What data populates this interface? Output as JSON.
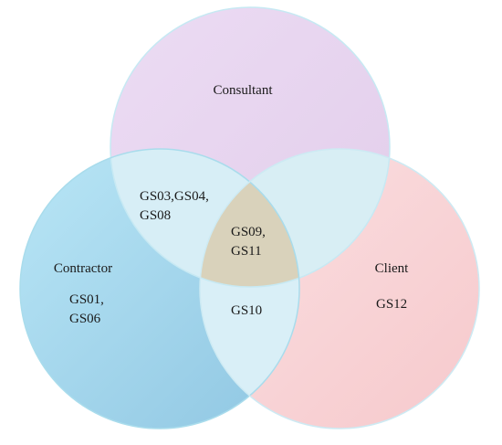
{
  "diagram": {
    "sets": [
      {
        "id": "consultant",
        "label": "Consultant",
        "color": "#e6d3f0"
      },
      {
        "id": "contractor",
        "label": "Contractor",
        "color": "#9fd4ec"
      },
      {
        "id": "client",
        "label": "Client",
        "color": "#f9d4d6"
      }
    ],
    "regions": {
      "contractor_only": [
        "GS01,",
        "GS06"
      ],
      "client_only": [
        "GS12"
      ],
      "consultant_contractor": [
        "GS03,GS04,",
        "GS08"
      ],
      "contractor_client": [
        "GS10"
      ],
      "all_three": [
        "GS09,",
        "GS11"
      ]
    },
    "colors": {
      "consultant_contractor_overlap": "#d7eef6",
      "contractor_client_overlap": "#d9eff7",
      "consultant_client_overlap": "#d8eef4",
      "center_overlap": "#d9d2bb",
      "outline": "#a9dcec"
    }
  }
}
